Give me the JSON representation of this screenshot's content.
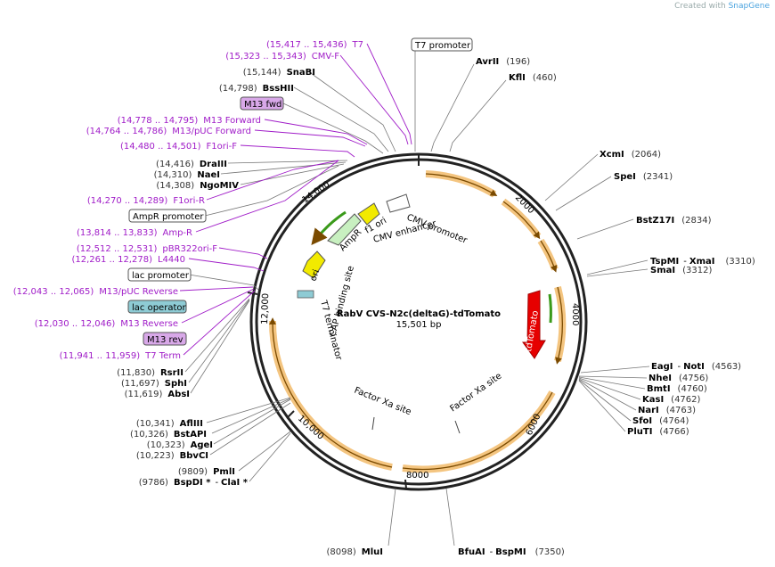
{
  "creator": {
    "prefix": "Created with",
    "brand": "SnapGene"
  },
  "plasmid": {
    "name": "RabV CVS-N2c(deltaG)-tdTomato",
    "size": "15,501 bp"
  },
  "ticks": [
    "2000",
    "4000",
    "6000",
    "8000",
    "10,000",
    "12,000",
    "14,000"
  ],
  "features_inside": {
    "cmv_promoter": "CMV promoter",
    "cmv_enhancer": "CMV enhancer",
    "f1_ori": "f1 ori",
    "ampr": "AmpR",
    "ori": "ori",
    "cap": "CAP binding site",
    "t7_term": "T7 terminator",
    "factor_xa_1": "Factor Xa site",
    "factor_xa_2": "Factor Xa site",
    "tdtomato": "tdTomato"
  },
  "labels": {
    "t7_box": "T7 promoter",
    "avrII": {
      "name": "AvrII",
      "pos": "(196)"
    },
    "kflI": {
      "name": "KflI",
      "pos": "(460)"
    },
    "xcmI": {
      "name": "XcmI",
      "pos": "(2064)"
    },
    "speI": {
      "name": "SpeI",
      "pos": "(2341)"
    },
    "bstZ17I": {
      "name": "BstZ17I",
      "pos": "(2834)"
    },
    "tspMI": {
      "name": "TspMI",
      "sep": "-",
      "name2": "XmaI",
      "pos": "(3310)"
    },
    "smaI": {
      "name": "SmaI",
      "pos": "(3312)"
    },
    "eagI": {
      "name": "EagI",
      "sep": "-",
      "name2": "NotI",
      "pos": "(4563)"
    },
    "nheI": {
      "name": "NheI",
      "pos": "(4756)"
    },
    "bmtI": {
      "name": "BmtI",
      "pos": "(4760)"
    },
    "kasI": {
      "name": "KasI",
      "pos": "(4762)"
    },
    "narI": {
      "name": "NarI",
      "pos": "(4763)"
    },
    "sfoI": {
      "name": "SfoI",
      "pos": "(4764)"
    },
    "pluTI": {
      "name": "PluTI",
      "pos": "(4766)"
    },
    "bfuAI": {
      "name": "BfuAI",
      "sep": "-",
      "name2": "BspMI",
      "pos": "(7350)"
    },
    "mluI": {
      "name": "MluI",
      "pos": "(8098)"
    },
    "pmlI": {
      "name": "PmlI",
      "pos": "(9809)"
    },
    "bspDI": {
      "name": "BspDI *",
      "sep": "-",
      "name2": "ClaI *",
      "pos": "(9786)"
    },
    "aflIII": {
      "name": "AflIII",
      "pos": "(10,341)"
    },
    "bstAPI": {
      "name": "BstAPI",
      "pos": "(10,326)"
    },
    "ageI": {
      "name": "AgeI",
      "pos": "(10,323)"
    },
    "bbvCI": {
      "name": "BbvCI",
      "pos": "(10,223)"
    },
    "rsrII": {
      "name": "RsrII",
      "pos": "(11,830)"
    },
    "sphI": {
      "name": "SphI",
      "pos": "(11,697)"
    },
    "absI": {
      "name": "AbsI",
      "pos": "(11,619)"
    },
    "t7_term": {
      "name": "T7 Term",
      "pos": "(11,941 .. 11,959)"
    },
    "m13rev_box": "M13 rev",
    "m13_reverse": {
      "name": "M13 Reverse",
      "pos": "(12,030 .. 12,046)"
    },
    "lac_operator_box": "lac operator",
    "m13puc_reverse": {
      "name": "M13/pUC Reverse",
      "pos": "(12,043 .. 12,065)"
    },
    "lac_promoter_box": "lac promoter",
    "l4440": {
      "name": "L4440",
      "pos": "(12,261 .. 12,278)"
    },
    "pbr322": {
      "name": "pBR322ori-F",
      "pos": "(12,512 .. 12,531)"
    },
    "ampR_primer": {
      "name": "Amp-R",
      "pos": "(13,814 .. 13,833)"
    },
    "ampr_promoter_box": "AmpR promoter",
    "f1ori_r": {
      "name": "F1ori-R",
      "pos": "(14,270 .. 14,289)"
    },
    "ngoMIV": {
      "name": "NgoMIV",
      "pos": "(14,308)"
    },
    "naeI": {
      "name": "NaeI",
      "pos": "(14,310)"
    },
    "draIII": {
      "name": "DraIII",
      "pos": "(14,416)"
    },
    "f1ori_f": {
      "name": "F1ori-F",
      "pos": "(14,480 .. 14,501)"
    },
    "m13puc_forward": {
      "name": "M13/pUC Forward",
      "pos": "(14,764 .. 14,786)"
    },
    "m13_forward": {
      "name": "M13 Forward",
      "pos": "(14,778 .. 14,795)"
    },
    "m13fwd_box": "M13 fwd",
    "bssHII": {
      "name": "BssHII",
      "pos": "(14,798)"
    },
    "snaBI": {
      "name": "SnaBI",
      "pos": "(15,144)"
    },
    "cmvf": {
      "name": "CMV-F",
      "pos": "(15,323 .. 15,343)"
    },
    "t7": {
      "name": "T7",
      "pos": "(15,417 .. 15,436)"
    }
  }
}
